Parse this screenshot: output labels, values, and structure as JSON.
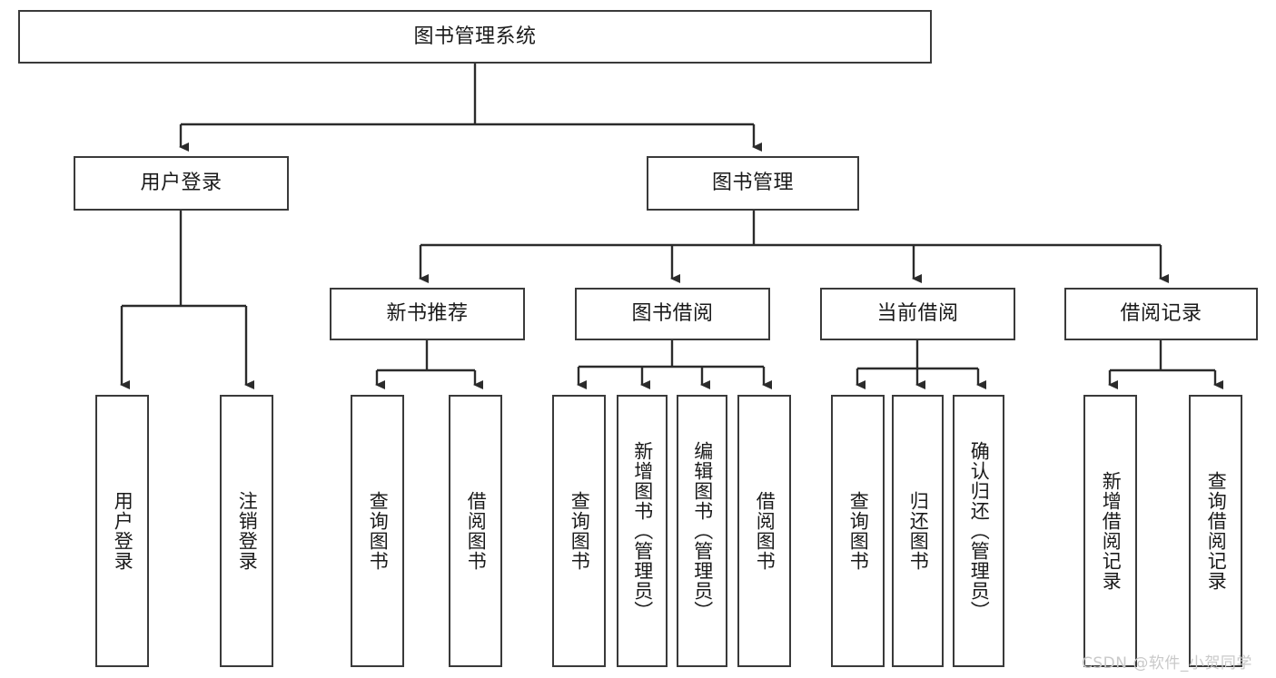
{
  "diagram": {
    "type": "tree-hierarchy",
    "title": "图书管理系统",
    "watermark": "CSDN @软件_小贺同学",
    "colors": {
      "box_border": "#3a3a3a",
      "box_fill": "#ffffff",
      "connector": "#2b2b2b",
      "text": "#1a1a1a",
      "watermark": "#c9c9c9",
      "background": "#ffffff"
    },
    "levels": {
      "root": {
        "label": "图书管理系统"
      },
      "level2": [
        {
          "label": "用户登录"
        },
        {
          "label": "图书管理"
        }
      ],
      "level3": [
        {
          "label": "新书推荐"
        },
        {
          "label": "图书借阅"
        },
        {
          "label": "当前借阅"
        },
        {
          "label": "借阅记录"
        }
      ],
      "leaves": {
        "user_login": [
          {
            "label": "用户登录"
          },
          {
            "label": "注销登录"
          }
        ],
        "new_book_recommend": [
          {
            "label": "查询图书"
          },
          {
            "label": "借阅图书"
          }
        ],
        "book_borrow": [
          {
            "label": "查询图书"
          },
          {
            "label": "新增图书（管理员）"
          },
          {
            "label": "编辑图书（管理员）"
          },
          {
            "label": "借阅图书"
          }
        ],
        "current_borrow": [
          {
            "label": "查询图书"
          },
          {
            "label": "归还图书"
          },
          {
            "label": "确认归还（管理员）"
          }
        ],
        "borrow_record": [
          {
            "label": "新增借阅记录"
          },
          {
            "label": "查询借阅记录"
          }
        ]
      }
    }
  }
}
